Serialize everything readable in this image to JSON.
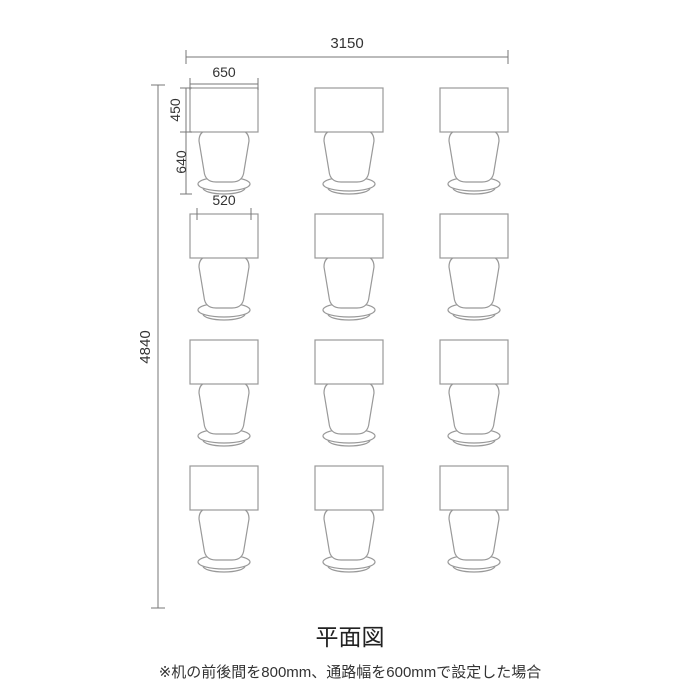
{
  "diagram": {
    "title": "平面図",
    "note": "※机の前後間を800mm、通路幅を600mmで設定した場合",
    "grid": {
      "rows": 4,
      "cols": 3,
      "desk_count": 12,
      "chair_count": 12
    },
    "labels": {
      "total_width_mm": "3150",
      "total_depth_mm": "4840",
      "desk_width_mm": "650",
      "desk_depth_mm": "450",
      "chair_depth_mm": "640",
      "chair_width_mm": "520"
    },
    "colors": {
      "furniture_stroke": "#999999",
      "dimension_line": "#777777",
      "text": "#333333"
    }
  }
}
